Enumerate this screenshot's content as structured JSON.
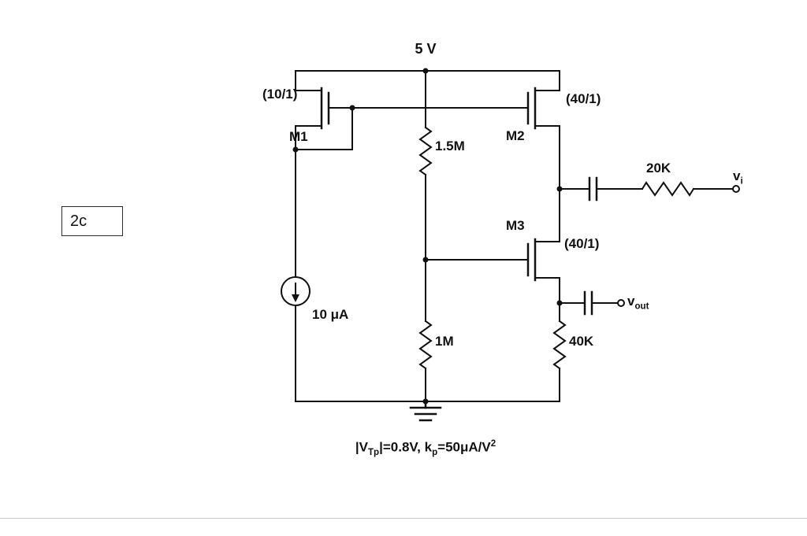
{
  "figure": {
    "box_label": "2c",
    "supply_label": "5 V",
    "m1": {
      "name": "M1",
      "ratio": "(10/1)"
    },
    "m2": {
      "name": "M2",
      "ratio": "(40/1)"
    },
    "m3": {
      "name": "M3",
      "ratio": "(40/1)"
    },
    "r_top": "1.5M",
    "r_bottom": "1M",
    "r_out": "40K",
    "r_in": "20K",
    "i_bias": "10 μA",
    "vi": {
      "base": "v",
      "sub": "i"
    },
    "vout": {
      "base": "v",
      "sub": "out"
    },
    "formula": {
      "p1": "|V",
      "s1": "Tp",
      "p2": "|=0.8V, k",
      "s2": "p",
      "p3": "=50μA/V",
      "sup": "2"
    }
  }
}
